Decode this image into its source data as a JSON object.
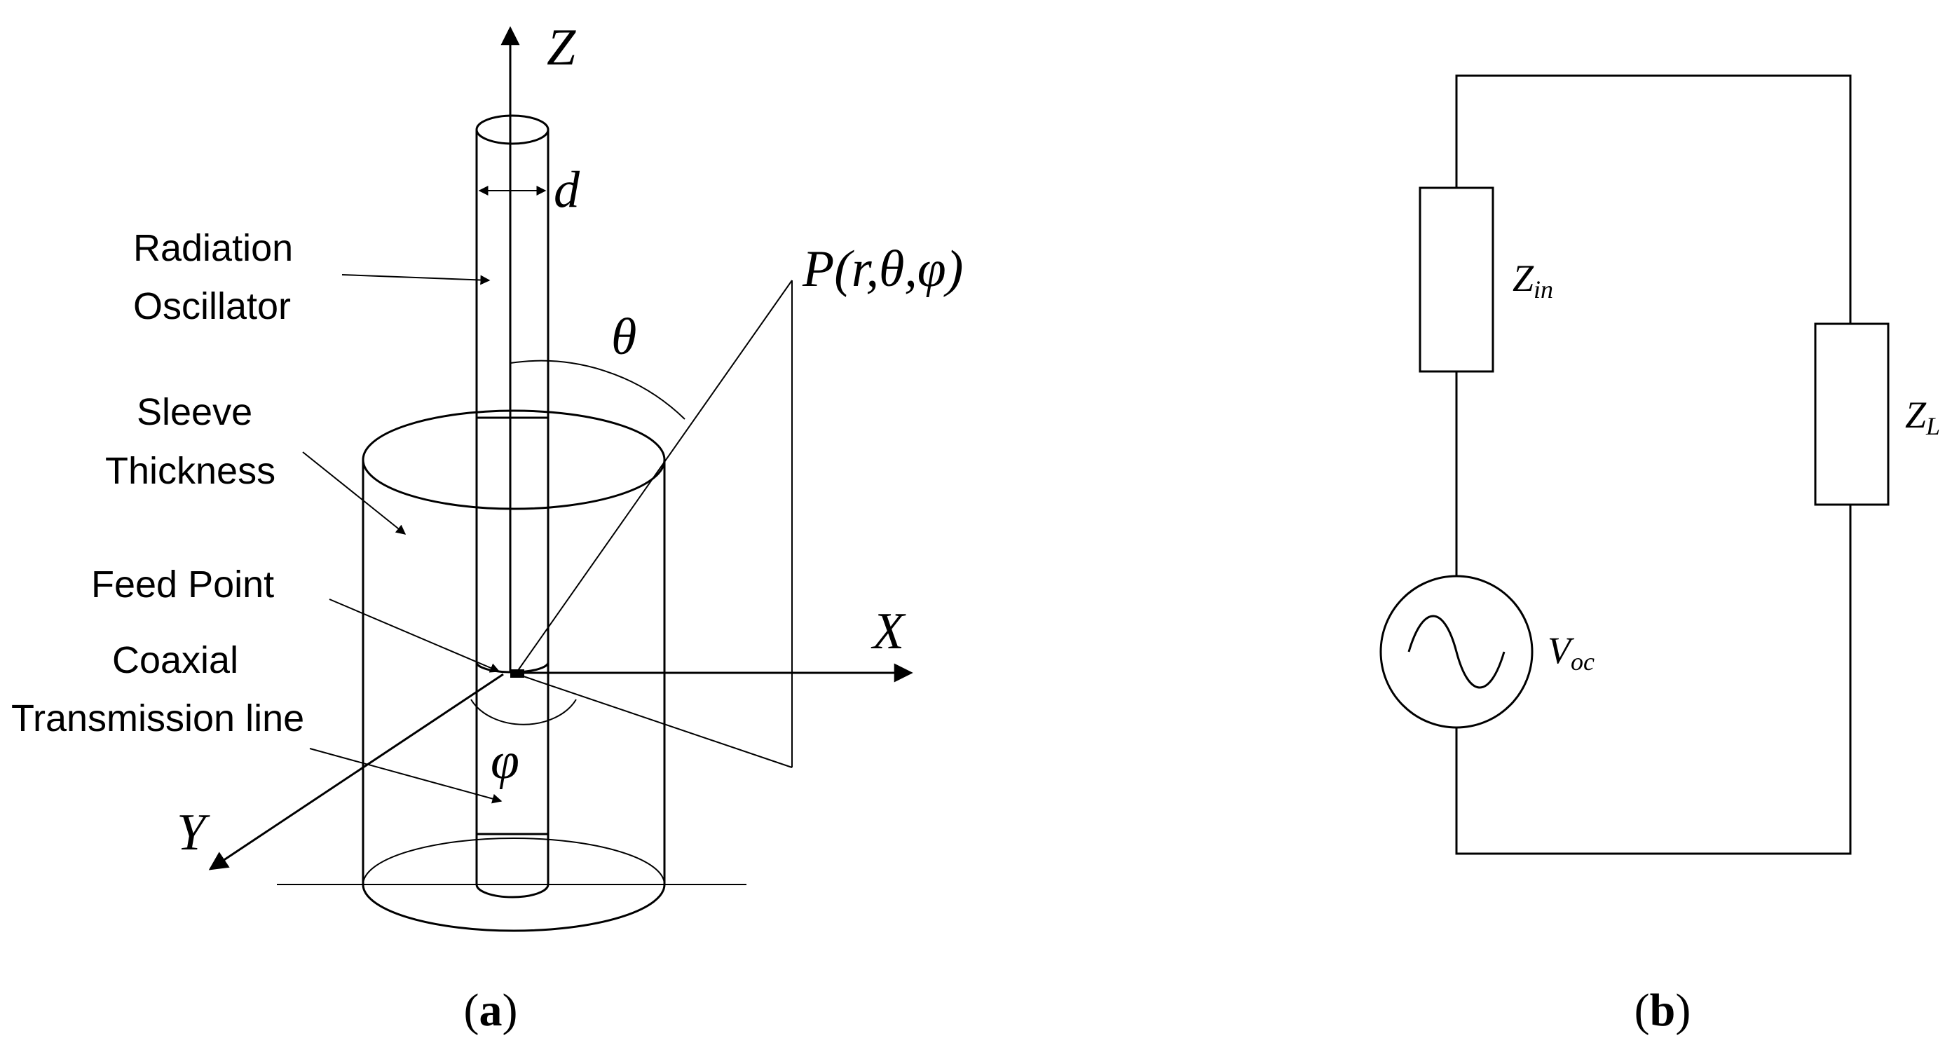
{
  "panel_a": {
    "axes": {
      "z": "Z",
      "x": "X",
      "y": "Y"
    },
    "diameter": "d",
    "point": "P(r,θ,φ)",
    "theta": "θ",
    "phi": "φ",
    "labels": {
      "radiation_1": "Radiation",
      "radiation_2": "Oscillator",
      "sleeve_1": "Sleeve",
      "sleeve_2": "Thickness",
      "feed": "Feed Point",
      "coax_1": "Coaxial",
      "coax_2": "Transmission line"
    },
    "caption": {
      "open": "(",
      "letter": "a",
      "close": ")"
    }
  },
  "panel_b": {
    "zin_main": "Z",
    "zin_sub": "in",
    "zl_main": "Z",
    "zl_sub": "L",
    "voc_main": "V",
    "voc_sub": "oc",
    "caption": {
      "open": "(",
      "letter": "b",
      "close": ")"
    }
  }
}
